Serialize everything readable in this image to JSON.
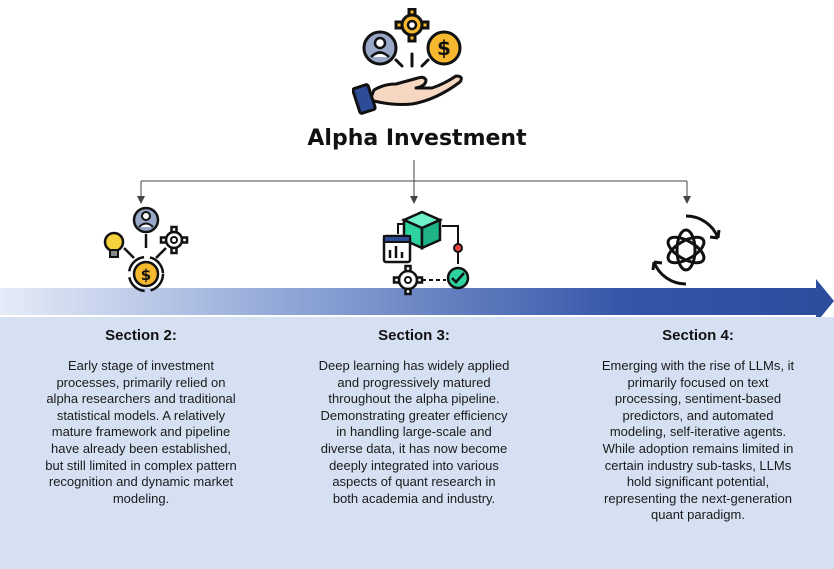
{
  "header": {
    "title": "Alpha  Investment"
  },
  "icons": {
    "hero": "hand-holding-person-gear-dollar-icon",
    "section2": "idea-person-gear-dollar-cycle-icon",
    "section3": "pipeline-cube-chart-gear-check-icon",
    "section4": "openai-logo-cycle-icon"
  },
  "colors": {
    "accent_blue": "#2f4f9f",
    "panel_bg": "#d5e0f2",
    "gold": "#f5b82e",
    "teal": "#2fd3a0"
  },
  "sections": [
    {
      "title": "Section 2:",
      "body": "Early stage of investment processes, primarily relied on alpha researchers and traditional statistical models. A relatively mature framework and pipeline have already been established, but still limited in complex pattern recognition and dynamic market modeling."
    },
    {
      "title": "Section 3:",
      "body": "Deep learning has widely applied and progressively matured throughout the alpha pipeline. Demonstrating greater efficiency in handling large-scale and diverse data, it has now become deeply integrated into various aspects of quant research in both academia and industry."
    },
    {
      "title": "Section 4:",
      "body": "Emerging with the rise of LLMs, it primarily focused on text processing, sentiment-based predictors, and automated modeling, self-iterative agents. While adoption remains limited in certain industry sub-tasks, LLMs hold significant potential, representing the next-generation quant paradigm."
    }
  ]
}
